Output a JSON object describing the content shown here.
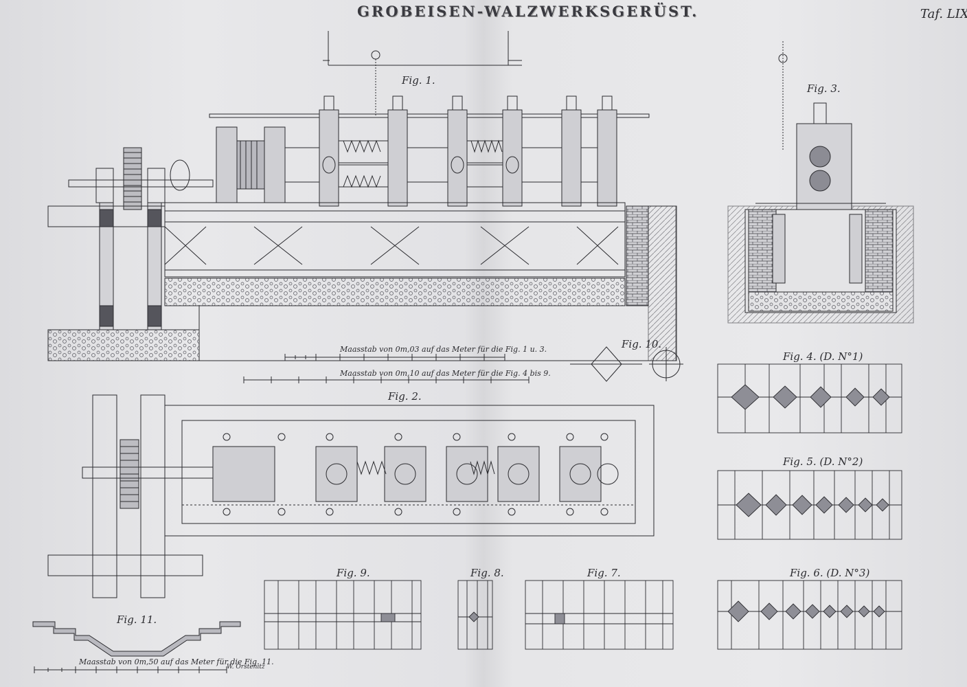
{
  "plate": {
    "title": "GROBEISEN-WALZWERKSGERÜST.",
    "number": "Taf. LIX."
  },
  "figures": {
    "fig1": "Fig. 1.",
    "fig2": "Fig. 2.",
    "fig3": "Fig. 3.",
    "fig4": "Fig. 4. (D. N°1)",
    "fig5": "Fig. 5. (D. N°2)",
    "fig6": "Fig. 6. (D. N°3)",
    "fig7": "Fig. 7.",
    "fig8": "Fig. 8.",
    "fig9": "Fig. 9.",
    "fig10": "Fig. 10.",
    "fig11": "Fig. 11."
  },
  "scales": {
    "scale1": "Maasstab von 0m,03 auf das Meter für die Fig. 1 u. 3.",
    "scale2": "Maasstab von 0m,10 auf das Meter für die Fig. 4 bis 9.",
    "scale3": "Maasstab von 0m,50 auf das Meter für die Fig. 11."
  },
  "signature": "W. Orstenitz",
  "colors": {
    "ink": "#2b2b2f",
    "paper": "#e6e6e8",
    "shade": "#9a9aa2"
  }
}
